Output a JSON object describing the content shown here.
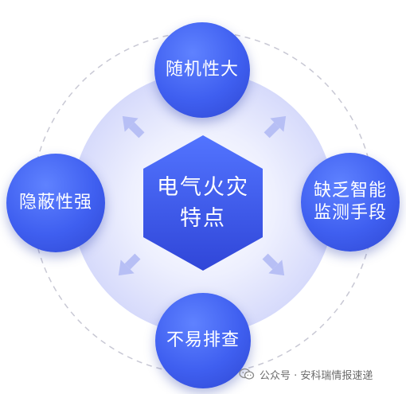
{
  "title": {
    "line1": "电气火灾",
    "line2": "特点"
  },
  "nodes": {
    "top": {
      "line1": "随机性大"
    },
    "left": {
      "line1": "隐蔽性强"
    },
    "right": {
      "line1": "缺乏智能",
      "line2": "监测手段"
    },
    "bottom": {
      "line1": "不易排查"
    }
  },
  "watermark": {
    "text": "公众号 · 安科瑞情报速递",
    "icon": "wechat-icon"
  },
  "colors": {
    "node_blue": "#3f5ff0",
    "hexagon_blue": "#3d55ea",
    "ring_lavender": "#d8dcfb",
    "arrow_lavender": "#b7bff5"
  }
}
